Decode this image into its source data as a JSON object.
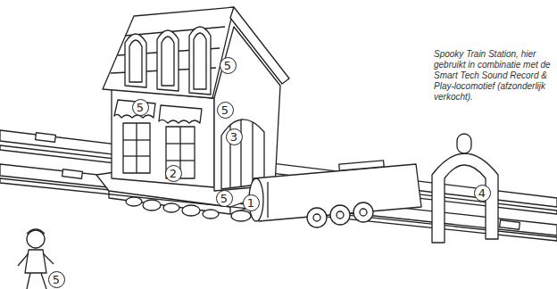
{
  "diagram": {
    "caption": "Spooky Train Station, hier gebruikt in combinatie met de Smart Tech Sound Record & Play-locomotief (afzonderlijk verkocht).",
    "labels": [
      "5",
      "5",
      "5",
      "3",
      "2",
      "5",
      "1",
      "4",
      "5"
    ]
  }
}
